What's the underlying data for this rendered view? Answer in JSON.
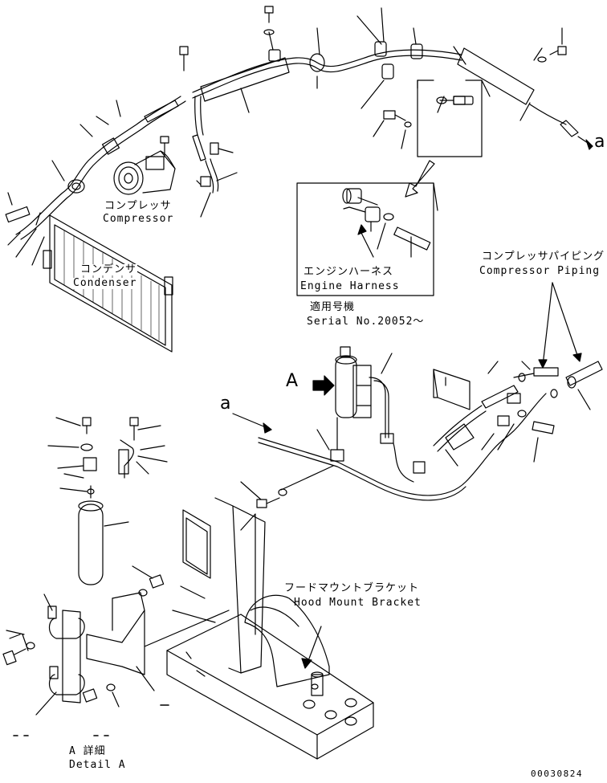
{
  "labels": {
    "compressor_jp": "コンプレッサ",
    "compressor_en": "Compressor",
    "condenser_jp": "コンデンサ",
    "condenser_en": "Condenser",
    "engine_harness_jp": "エンジンハーネス",
    "engine_harness_en": "Engine Harness",
    "applicable_jp": "適用号機",
    "serial": "Serial No.20052～",
    "compressor_piping_jp": "コンプレッサパイピング",
    "compressor_piping_en": "Compressor Piping",
    "hood_mount_jp": "フードマウントブラケット",
    "hood_mount_en": "Hood Mount Bracket",
    "detail_jp": "A 詳細",
    "detail_en": "Detail A",
    "marker_a": "A",
    "ref_a_top": "a",
    "ref_a_mid": "a",
    "part_code": "00030824"
  },
  "colors": {
    "line": "#000000",
    "background": "#ffffff"
  }
}
